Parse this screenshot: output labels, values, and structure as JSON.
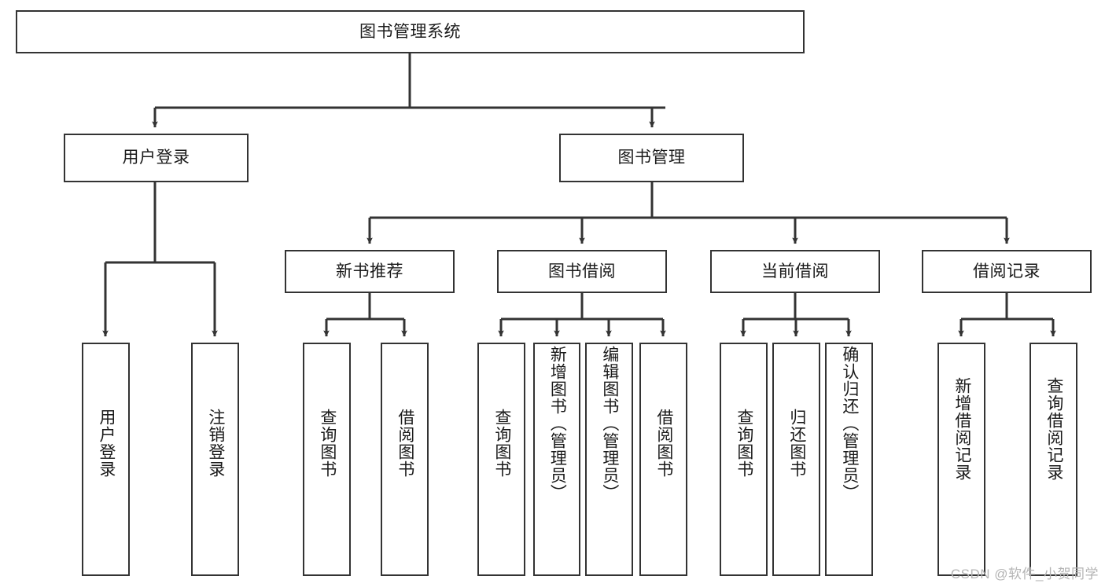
{
  "diagram": {
    "type": "tree",
    "title": "图书管理系统",
    "watermark": "CSDN @软件_小贺同学",
    "colors": {
      "node_border": "#333333",
      "node_fill": "#ffffff",
      "edge": "#333333",
      "text": "#1a1a1a",
      "watermark": "#b4b4b4",
      "background": "#ffffff"
    },
    "nodes": {
      "root": {
        "label": "图书管理系统"
      },
      "level2": [
        {
          "id": "user-login",
          "label": "用户登录"
        },
        {
          "id": "book-management",
          "label": "图书管理"
        }
      ],
      "level3": [
        {
          "id": "new-book-recommend",
          "label": "新书推荐"
        },
        {
          "id": "book-borrow",
          "label": "图书借阅"
        },
        {
          "id": "current-borrow",
          "label": "当前借阅"
        },
        {
          "id": "borrow-record",
          "label": "借阅记录"
        }
      ],
      "leaves": [
        {
          "id": "leaf-user-login",
          "label": "用户登录",
          "parent": "user-login"
        },
        {
          "id": "leaf-logout",
          "label": "注销登录",
          "parent": "user-login"
        },
        {
          "id": "leaf-query-book-1",
          "label": "查询图书",
          "parent": "new-book-recommend"
        },
        {
          "id": "leaf-borrow-book-1",
          "label": "借阅图书",
          "parent": "new-book-recommend"
        },
        {
          "id": "leaf-query-book-2",
          "label": "查询图书",
          "parent": "book-borrow"
        },
        {
          "id": "leaf-add-book",
          "label": "新增图书（管理员）",
          "parent": "book-borrow"
        },
        {
          "id": "leaf-edit-book",
          "label": "编辑图书（管理员）",
          "parent": "book-borrow"
        },
        {
          "id": "leaf-borrow-book-2",
          "label": "借阅图书",
          "parent": "book-borrow"
        },
        {
          "id": "leaf-query-book-3",
          "label": "查询图书",
          "parent": "current-borrow"
        },
        {
          "id": "leaf-return-book",
          "label": "归还图书",
          "parent": "current-borrow"
        },
        {
          "id": "leaf-confirm-return",
          "label": "确认归还（管理员）",
          "parent": "current-borrow"
        },
        {
          "id": "leaf-add-record",
          "label": "新增借阅记录",
          "parent": "borrow-record"
        },
        {
          "id": "leaf-query-record",
          "label": "查询借阅记录",
          "parent": "borrow-record"
        }
      ]
    }
  }
}
